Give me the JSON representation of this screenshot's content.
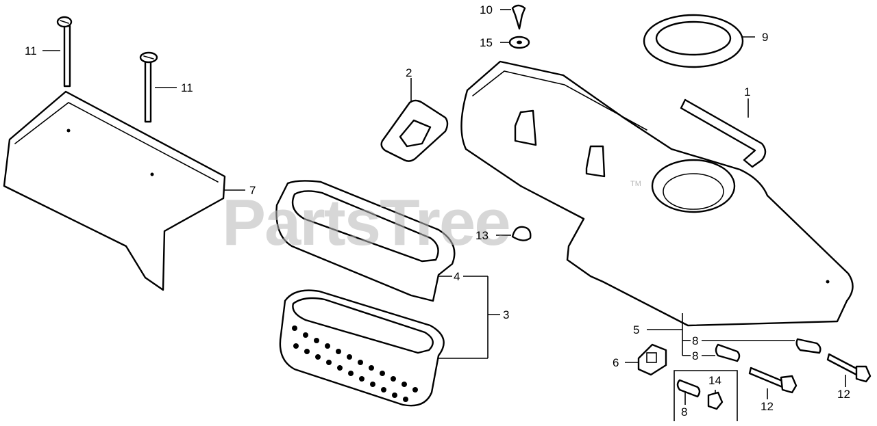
{
  "watermark": {
    "text": "PartsTree",
    "mark": "TM"
  },
  "callouts": {
    "c1": "1",
    "c2": "2",
    "c3": "3",
    "c4": "4",
    "c5": "5",
    "c6": "6",
    "c7": "7",
    "c8a": "8",
    "c8b": "8",
    "c8c": "8",
    "c9": "9",
    "c10": "10",
    "c11a": "11",
    "c11b": "11",
    "c12a": "12",
    "c12b": "12",
    "c13": "13",
    "c14": "14",
    "c15": "15"
  },
  "colors": {
    "line": "#000000",
    "watermark": "#b8b8b8",
    "background": "#ffffff"
  }
}
